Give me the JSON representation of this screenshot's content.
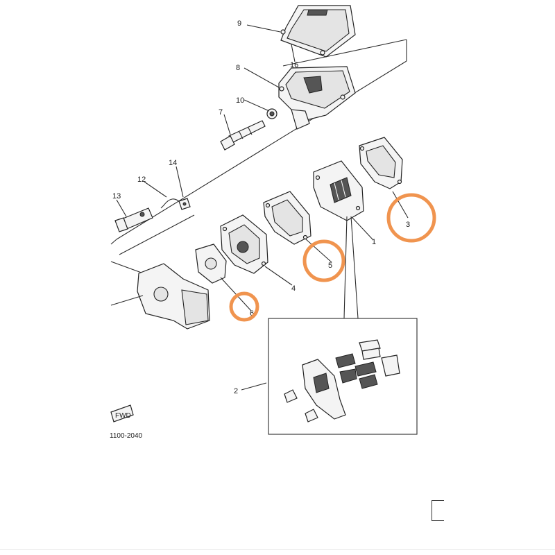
{
  "diagram": {
    "callouts": {
      "n1": "1",
      "n2": "2",
      "n3": "3",
      "n4": "4",
      "n5": "5",
      "n6": "6",
      "n7": "7",
      "n8": "8",
      "n9": "9",
      "n10": "10",
      "n12": "12",
      "n13": "13",
      "n14": "14",
      "n16": "16"
    },
    "figure_code": "1100-2040",
    "fwd_label": "FWD",
    "highlight_color": "#f0944f"
  }
}
